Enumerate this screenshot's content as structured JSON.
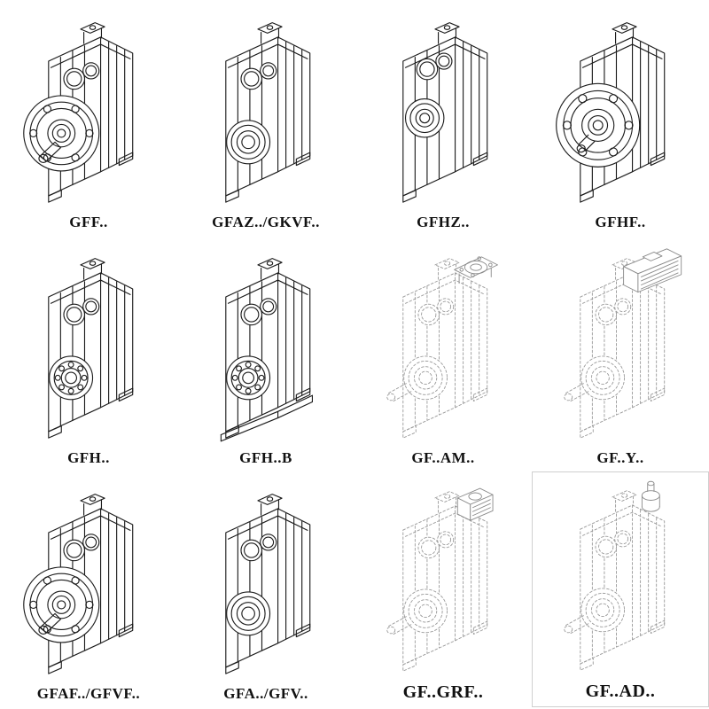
{
  "page": {
    "colors": {
      "line": "#1c1c1c",
      "ghost": "#9a9a9a",
      "background": "#ffffff"
    },
    "items": [
      {
        "id": "gff",
        "label": "GFF..",
        "drawing": "flange-mounted-parallel-shaft-gearbox"
      },
      {
        "id": "gfaz-gkvf",
        "label": "GFAZ../GKVF..",
        "drawing": "hollow-shaft-parallel-shaft-gearbox"
      },
      {
        "id": "gfhz",
        "label": "GFHZ..",
        "drawing": "hollow-shaft-gearbox-high-bores"
      },
      {
        "id": "gfhf",
        "label": "GFHF..",
        "drawing": "large-flange-parallel-shaft-gearbox"
      },
      {
        "id": "gfh",
        "label": "GFH..",
        "drawing": "foot-mounted-gearbox-with-bearing"
      },
      {
        "id": "gfh-b",
        "label": "GFH..B",
        "drawing": "foot-mounted-gearbox-with-base-plate"
      },
      {
        "id": "gf-am",
        "label": "GF..AM..",
        "drawing": "gearbox-with-iec-motor-adapter-flange"
      },
      {
        "id": "gf-y",
        "label": "GF..Y..",
        "drawing": "gearbox-with-mounted-motor"
      },
      {
        "id": "gfaf-gfvf",
        "label": "GFAF../GFVF..",
        "drawing": "flange-mounted-parallel-shaft-gearbox"
      },
      {
        "id": "gfa-gfv",
        "label": "GFA../GFV..",
        "drawing": "hollow-shaft-parallel-shaft-gearbox"
      },
      {
        "id": "gf-grf",
        "label": "GF..GRF..",
        "drawing": "gearbox-with-input-adapter-box"
      },
      {
        "id": "gf-ad",
        "label": "GF..AD..",
        "drawing": "gearbox-with-input-shaft-adapter"
      }
    ]
  }
}
